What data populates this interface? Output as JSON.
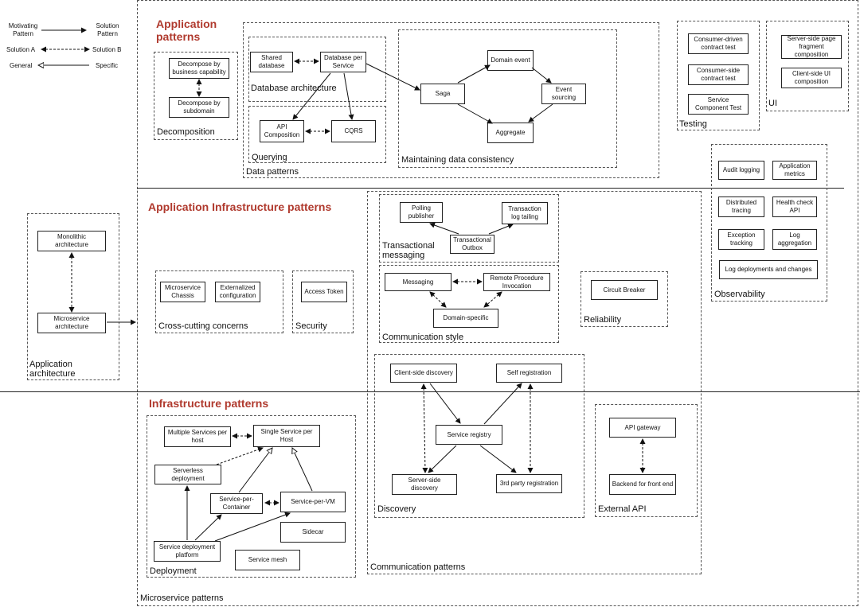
{
  "legend": {
    "motivating": "Motivating Pattern",
    "solution_pattern": "Solution Pattern",
    "solution_a": "Solution A",
    "solution_b": "Solution B",
    "general": "General",
    "specific": "Specific"
  },
  "titles": {
    "application": "Application patterns",
    "infrastructure_app": "Application Infrastructure patterns",
    "infrastructure": "Infrastructure patterns"
  },
  "groups": {
    "microservice_patterns": "Microservice patterns",
    "decomposition": "Decomposition",
    "database_architecture": "Database architecture",
    "querying": "Querying",
    "data_patterns": "Data patterns",
    "maintaining_consistency": "Maintaining data consistency",
    "testing": "Testing",
    "ui": "UI",
    "observability": "Observability",
    "application_architecture": "Application architecture",
    "transactional_messaging": "Transactional messaging",
    "communication_style": "Communication style",
    "reliability": "Reliability",
    "cross_cutting": "Cross-cutting concerns",
    "security": "Security",
    "discovery": "Discovery",
    "external_api": "External API",
    "communication_patterns": "Communication patterns",
    "deployment": "Deployment"
  },
  "nodes": {
    "decompose_business": "Decompose by business capability",
    "decompose_subdomain": "Decompose by subdomain",
    "shared_database": "Shared database",
    "database_per_service": "Database per Service",
    "api_composition": "API Composition",
    "cqrs": "CQRS",
    "domain_event": "Domain event",
    "saga": "Saga",
    "event_sourcing": "Event sourcing",
    "aggregate": "Aggregate",
    "consumer_driven": "Consumer-driven contract test",
    "consumer_side": "Consumer-side contract test",
    "service_component": "Service Component Test",
    "server_side_page": "Server-side page fragment composition",
    "client_side_ui": "Client-side UI composition",
    "audit_logging": "Audit logging",
    "application_metrics": "Application metrics",
    "distributed_tracing": "Distributed tracing",
    "health_check": "Health check API",
    "exception_tracking": "Exception tracking",
    "log_aggregation": "Log aggregation",
    "log_deployments": "Log deployments and changes",
    "monolithic": "Monolithic architecture",
    "microservice_arch": "Microservice architecture",
    "polling_publisher": "Polling publisher",
    "transaction_log_tailing": "Transaction log tailing",
    "transactional_outbox": "Transactional Outbox",
    "messaging": "Messaging",
    "rpi": "Remote Procedure Invocation",
    "domain_specific": "Domain-specific",
    "circuit_breaker": "Circuit Breaker",
    "microservice_chassis": "Microservice Chassis",
    "externalized_config": "Externalized configuration",
    "access_token": "Access Token",
    "client_side_discovery": "Client-side discovery",
    "self_registration": "Self registration",
    "service_registry": "Service registry",
    "server_side_discovery": "Server-side discovery",
    "third_party_registration": "3rd party registration",
    "api_gateway": "API gateway",
    "bff": "Backend for front end",
    "multiple_services_per_host": "Multiple Services per host",
    "single_service_per_host": "Single Service per Host",
    "serverless_deployment": "Serverless deployment",
    "service_per_container": "Service-per-Container",
    "service_per_vm": "Service-per-VM",
    "sidecar": "Sidecar",
    "service_deployment_platform": "Service deployment platform",
    "service_mesh": "Service mesh"
  }
}
